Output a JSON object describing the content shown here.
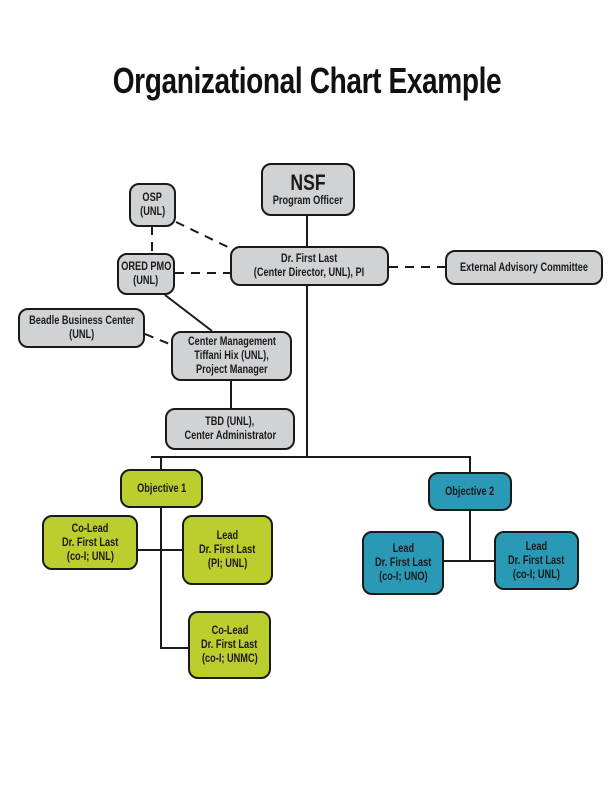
{
  "title": "Organizational Chart Example",
  "colors": {
    "gray": "#d1d2d4",
    "objective1": "#bccd2e",
    "objective2": "#2a99b5"
  },
  "nodes": {
    "nsf": {
      "line1": "NSF",
      "line2": "Program Officer"
    },
    "osp": {
      "line1": "OSP",
      "line2": "(UNL)"
    },
    "director": {
      "line1": "Dr. First Last",
      "line2": "(Center Director, UNL), PI"
    },
    "eac": {
      "line1": "External Advisory Committee"
    },
    "ored": {
      "line1": "ORED PMO",
      "line2": "(UNL)"
    },
    "beadle": {
      "line1": "Beadle Business Center",
      "line2": "(UNL)"
    },
    "mgmt": {
      "line1": "Center Management",
      "line2": "Tiffani Hix (UNL),",
      "line3": "Project Manager"
    },
    "tbd": {
      "line1": "TBD (UNL),",
      "line2": "Center Administrator"
    },
    "obj1": {
      "line1": "Objective 1"
    },
    "obj2": {
      "line1": "Objective 2"
    },
    "o1_colead_unl": {
      "line1": "Co-Lead",
      "line2": "Dr. First Last",
      "line3": "(co-I; UNL)"
    },
    "o1_lead_pi": {
      "line1": "Lead",
      "line2": "Dr. First Last",
      "line3": "(PI; UNL)"
    },
    "o1_colead_unmc": {
      "line1": "Co-Lead",
      "line2": "Dr. First Last",
      "line3": "(co-I; UNMC)"
    },
    "o2_lead_uno": {
      "line1": "Lead",
      "line2": "Dr. First Last",
      "line3": "(co-I; UNO)"
    },
    "o2_lead_unl": {
      "line1": "Lead",
      "line2": "Dr. First Last",
      "line3": "(co-I; UNL)"
    }
  }
}
